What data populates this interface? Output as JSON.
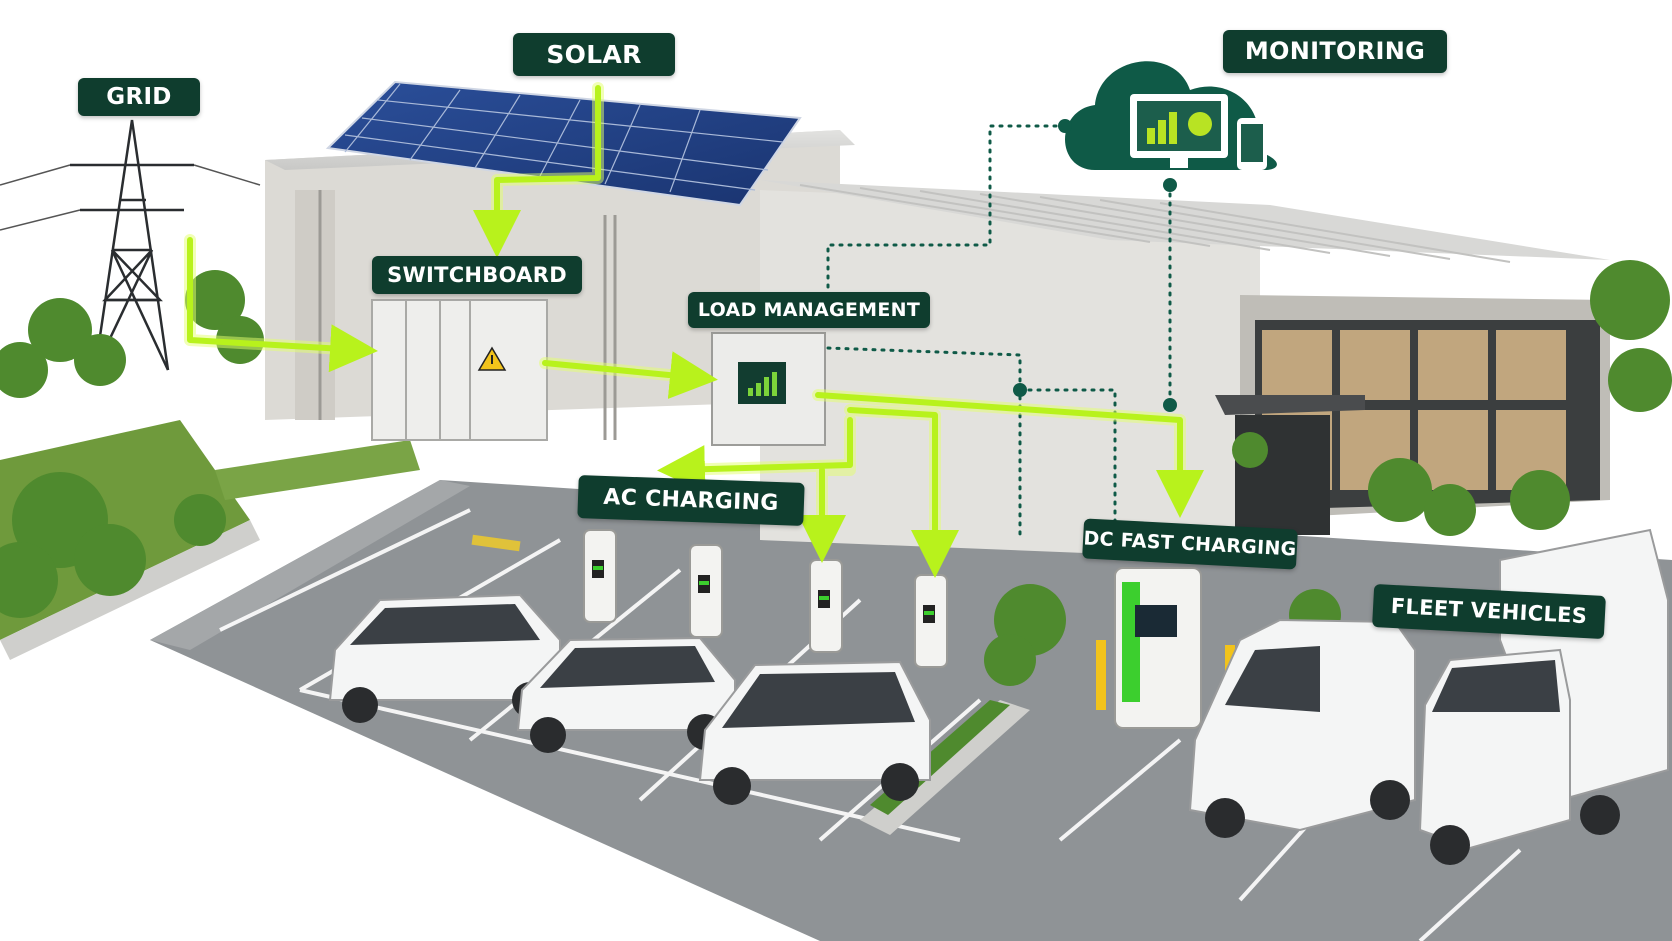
{
  "labels": {
    "grid": "GRID",
    "solar": "SOLAR",
    "monitoring": "MONITORING",
    "switchboard": "SWITCHBOARD",
    "load_management": "LOAD MANAGEMENT",
    "ac_charging": "AC CHARGING",
    "dc_fast_charging": "DC FAST CHARGING",
    "fleet_vehicles": "FLEET VEHICLES"
  },
  "colors": {
    "label_bg": "#0f3d2e",
    "power_flow": "#b8f21c",
    "power_glow": "#e3ff6e",
    "charger_accent": "#3ccf2e",
    "data_link": "#0f5a47",
    "asphalt": "#8f9396",
    "building": "#dcdad5",
    "vehicle": "#f4f5f5",
    "vegetation": "#4f8a2e"
  },
  "icons": [
    "power-tower-icon",
    "solar-panel-icon",
    "cloud-icon",
    "monitor-chart-icon",
    "phone-icon",
    "warning-icon",
    "ac-charger-icon",
    "dc-charger-icon"
  ]
}
